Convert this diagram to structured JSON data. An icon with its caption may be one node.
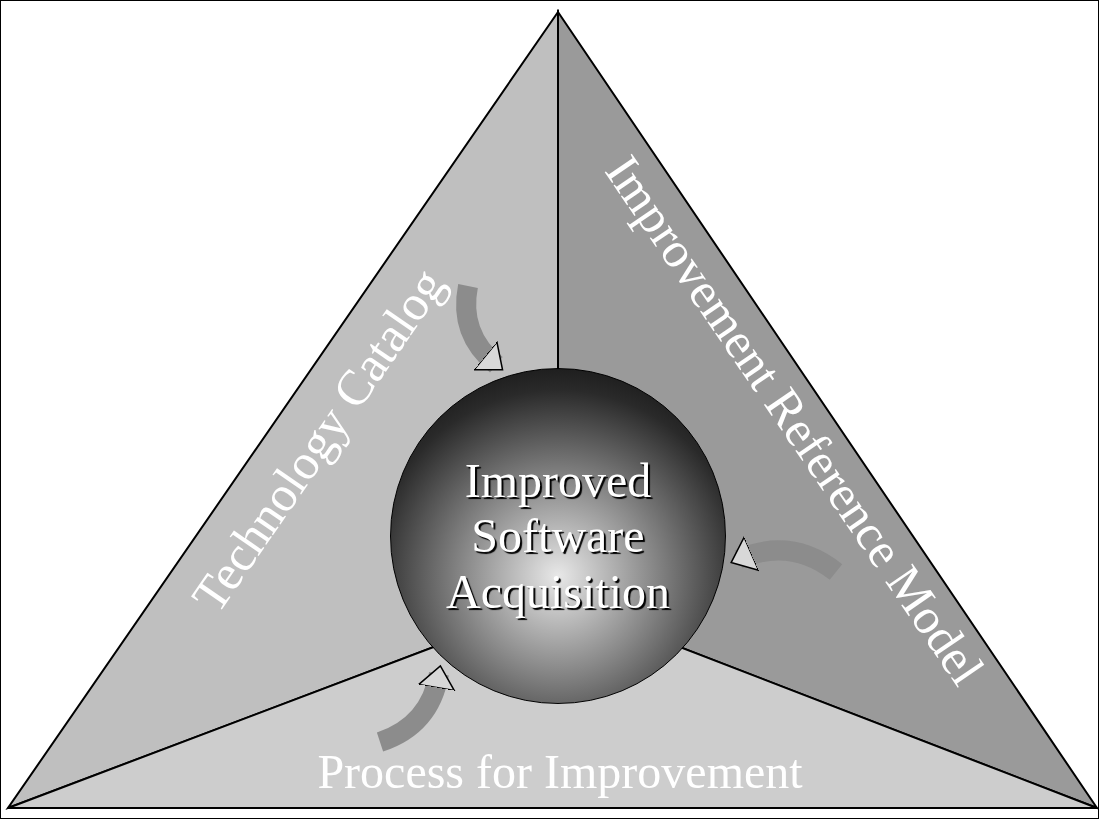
{
  "diagram": {
    "nodes": [
      {
        "text": [
          "Technology Catalog"
        ]
      },
      {
        "text": [
          "Improvement Reference Model"
        ]
      },
      {
        "text": [
          "Process for Improvement"
        ]
      },
      {
        "text": [
          "Improved Software Acquisition"
        ]
      }
    ],
    "edges": [
      {
        "from": 0,
        "to": 3,
        "arrow": "to"
      },
      {
        "from": 1,
        "to": 3,
        "arrow": "to"
      },
      {
        "from": 2,
        "to": 3,
        "arrow": "to"
      }
    ]
  }
}
